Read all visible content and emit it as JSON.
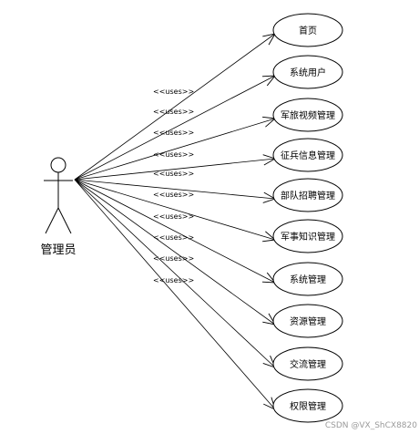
{
  "actor": {
    "label": "管理员"
  },
  "relation_label": "<<uses>>",
  "use_cases": [
    {
      "label": "首页"
    },
    {
      "label": "系统用户"
    },
    {
      "label": "军旅视频管理"
    },
    {
      "label": "征兵信息管理"
    },
    {
      "label": "部队招聘管理"
    },
    {
      "label": "军事知识管理"
    },
    {
      "label": "系统管理"
    },
    {
      "label": "资源管理"
    },
    {
      "label": "交流管理"
    },
    {
      "label": "权限管理"
    }
  ],
  "watermark": "CSDN @VX_ShCX8820"
}
